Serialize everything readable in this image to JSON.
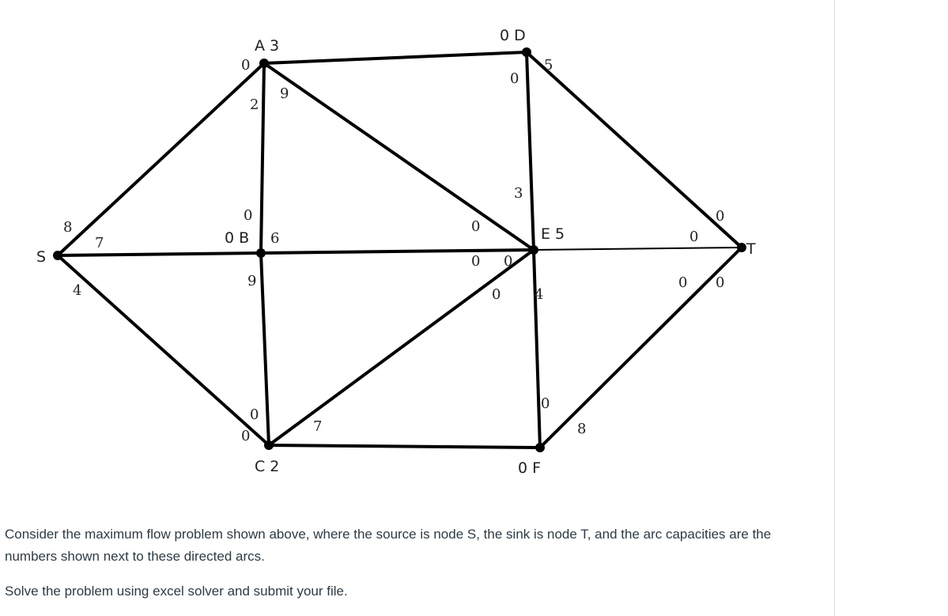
{
  "diagram": {
    "nodes": [
      {
        "id": "S",
        "label": "S"
      },
      {
        "id": "A",
        "label": "A 3"
      },
      {
        "id": "B",
        "label": "0 B"
      },
      {
        "id": "C",
        "label": "C  2"
      },
      {
        "id": "D",
        "label": "0 D"
      },
      {
        "id": "E",
        "label": "E  5"
      },
      {
        "id": "F",
        "label": "0  F"
      },
      {
        "id": "T",
        "label": "T"
      }
    ],
    "arcs": [
      [
        "S",
        "A"
      ],
      [
        "S",
        "B"
      ],
      [
        "S",
        "C"
      ],
      [
        "A",
        "B"
      ],
      [
        "A",
        "D"
      ],
      [
        "A",
        "E"
      ],
      [
        "B",
        "C"
      ],
      [
        "B",
        "E"
      ],
      [
        "C",
        "E"
      ],
      [
        "C",
        "F"
      ],
      [
        "D",
        "E"
      ],
      [
        "D",
        "T"
      ],
      [
        "E",
        "F"
      ],
      [
        "E",
        "T"
      ],
      [
        "F",
        "T"
      ]
    ],
    "capacity_labels": [
      "8",
      "7",
      "4",
      "0",
      "2",
      "9",
      "0",
      "9",
      "0",
      "0",
      "6",
      "5",
      "0",
      "0",
      "7",
      "3",
      "0",
      "0",
      "0",
      "0",
      "4",
      "0",
      "0",
      "0",
      "0",
      "8"
    ]
  },
  "question": {
    "paragraph1": "Consider the maximum flow problem shown above, where the source is node S, the sink is node T, and the arc capacities are the numbers shown next to these directed arcs.",
    "paragraph2": "Solve the problem using excel solver and submit your file."
  }
}
